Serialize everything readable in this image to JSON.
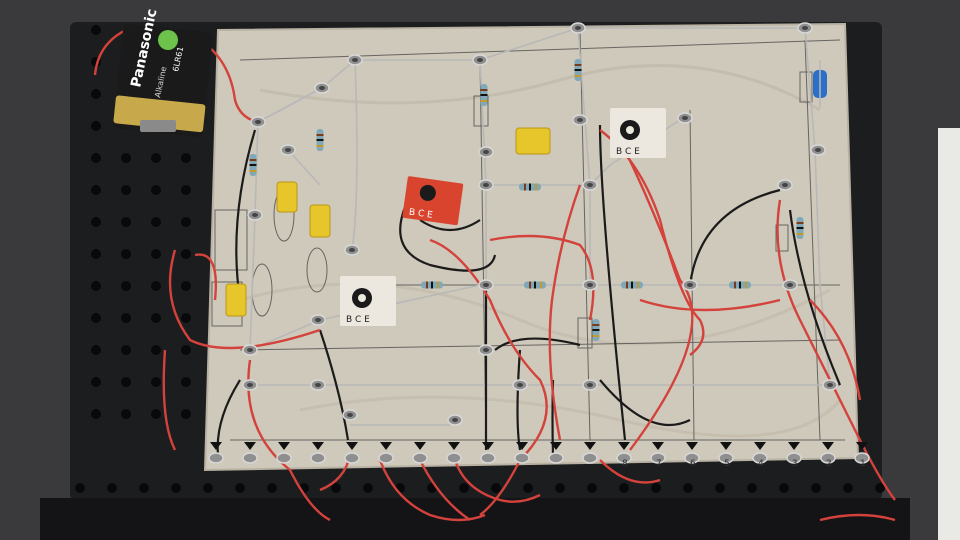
{
  "battery": {
    "brand": "Panasonic",
    "type": "Alkaline",
    "voltage_label": "6LR61",
    "colors": {
      "body": "#1a1a1a",
      "accent": "#c7a84a",
      "logo_green": "#6cc24a"
    }
  },
  "transistors": [
    {
      "name": "transistor-q1",
      "pins": "B C E",
      "board_color": "#d9442f"
    },
    {
      "name": "transistor-q2",
      "pins": "B C E",
      "board_color": "#ece8e0"
    },
    {
      "name": "transistor-q3",
      "pins": "B C E",
      "board_color": "#ece8e0"
    }
  ],
  "terminal_numbers": [
    "8",
    "7",
    "6",
    "5",
    "4",
    "3",
    "2",
    "1"
  ],
  "colors": {
    "background": "#3a3a3c",
    "pegboard": "#1c1d1f",
    "paper": "#cfc9bb",
    "wire_red": "#d4423c",
    "wire_black": "#1b1b1b",
    "wire_bare": "#b8b8b8",
    "capacitor_yellow": "#e6c62b",
    "inductor_blue": "#2b6fc7"
  }
}
